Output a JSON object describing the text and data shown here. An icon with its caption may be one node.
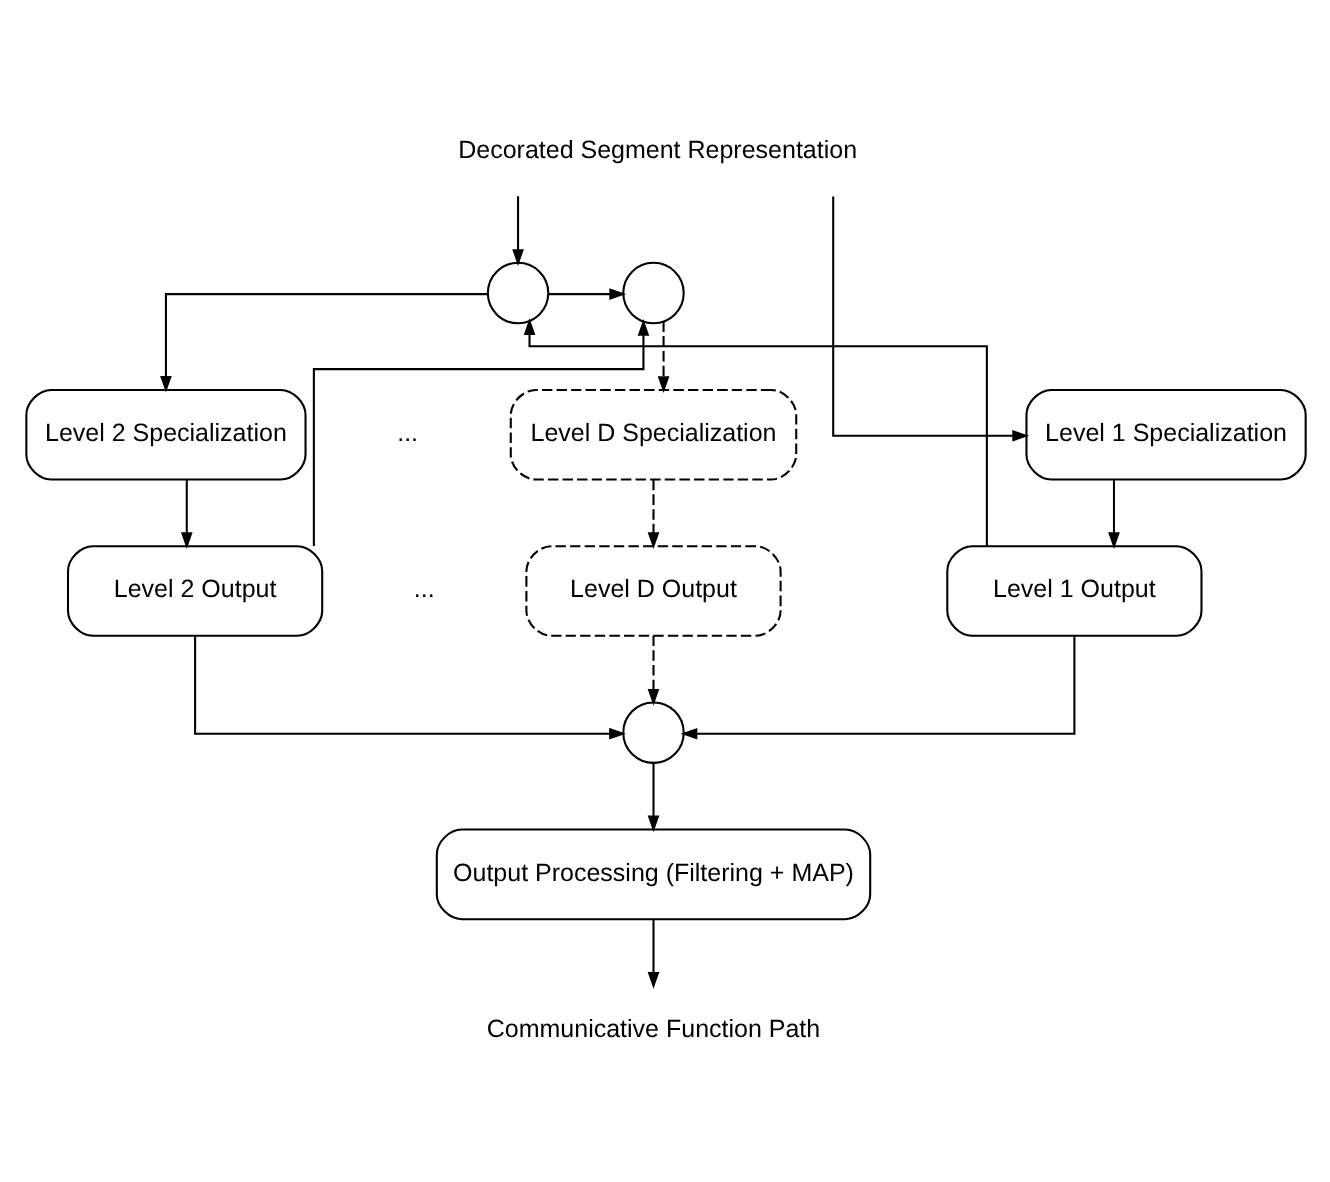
{
  "diagram": {
    "nodes": [
      {
        "text": [
          "Decorated Segment Representation"
        ]
      },
      {
        "text": [],
        "shape": "circle"
      },
      {
        "text": [],
        "shape": "circle"
      },
      {
        "text": [
          "Level 1 Specialization"
        ]
      },
      {
        "text": [
          "Level 2 Specialization"
        ]
      },
      {
        "text": [
          "Level D Specialization"
        ]
      },
      {
        "text": [
          "Level 1 Output"
        ]
      },
      {
        "text": [
          "Level 2 Output"
        ]
      },
      {
        "text": [
          "Level D Output"
        ]
      },
      {
        "text": [],
        "shape": "circle"
      },
      {
        "text": [
          "Output Processing (Filtering + MAP)"
        ]
      },
      {
        "text": [
          "Communicative Function Path"
        ]
      }
    ],
    "edges": [
      {
        "from": 0,
        "to": 1,
        "arrow": "to"
      },
      {
        "from": 0,
        "to": 3,
        "arrow": "to"
      },
      {
        "from": 6,
        "to": 1,
        "arrow": "to"
      },
      {
        "from": 1,
        "to": 4,
        "arrow": "to"
      },
      {
        "from": 1,
        "to": 2,
        "arrow": "to"
      },
      {
        "from": 7,
        "to": 2,
        "arrow": "to"
      },
      {
        "from": 2,
        "to": 5,
        "arrow": "to",
        "style": "dashed"
      },
      {
        "from": 3,
        "to": 6,
        "arrow": "to"
      },
      {
        "from": 4,
        "to": 7,
        "arrow": "to"
      },
      {
        "from": 5,
        "to": 8,
        "arrow": "to",
        "style": "dashed"
      },
      {
        "from": 6,
        "to": 9,
        "arrow": "to"
      },
      {
        "from": 7,
        "to": 9,
        "arrow": "to"
      },
      {
        "from": 8,
        "to": 9,
        "arrow": "to",
        "style": "dashed"
      },
      {
        "from": 9,
        "to": 10,
        "arrow": "to"
      },
      {
        "from": 10,
        "to": 11,
        "arrow": "to"
      }
    ],
    "labels": [
      "...",
      "..."
    ]
  }
}
